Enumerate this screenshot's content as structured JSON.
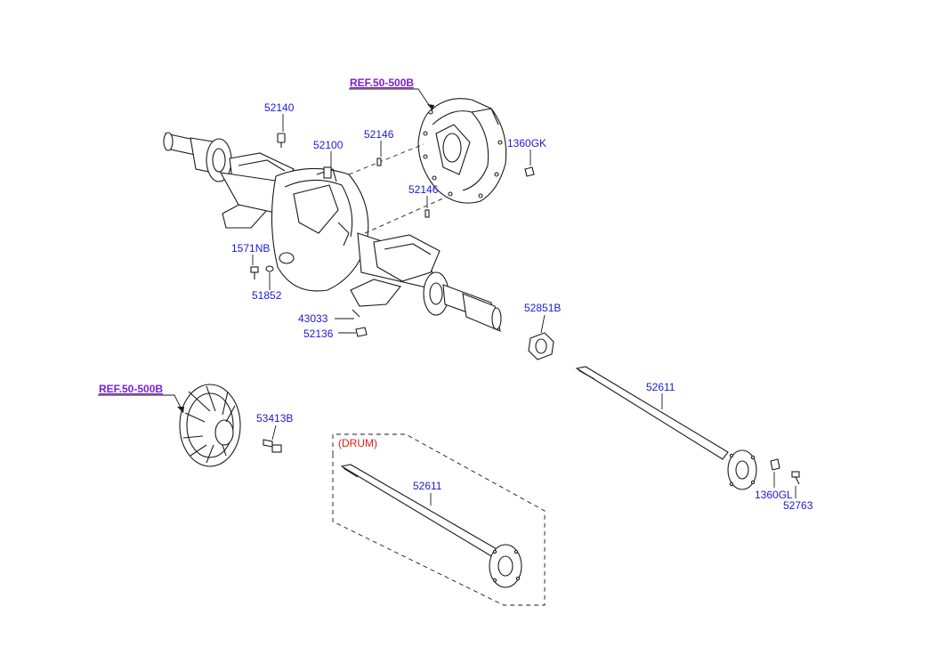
{
  "references": [
    {
      "id": "ref_top",
      "label": "REF.50-500B"
    },
    {
      "id": "ref_left",
      "label": "REF.50-500B"
    }
  ],
  "labels": {
    "p52140": "52140",
    "p52100": "52100",
    "p52146_top": "52146",
    "p52146_low": "52146",
    "p1360GK": "1360GK",
    "p1571NB": "1571NB",
    "p51852": "51852",
    "p43033": "43033",
    "p52136": "52136",
    "p52851B": "52851B",
    "p52611_right": "52611",
    "p53413B": "53413B",
    "p52611_drum": "52611",
    "p1360GL": "1360GL",
    "p52763": "52763"
  },
  "drum_label": "(DRUM)"
}
